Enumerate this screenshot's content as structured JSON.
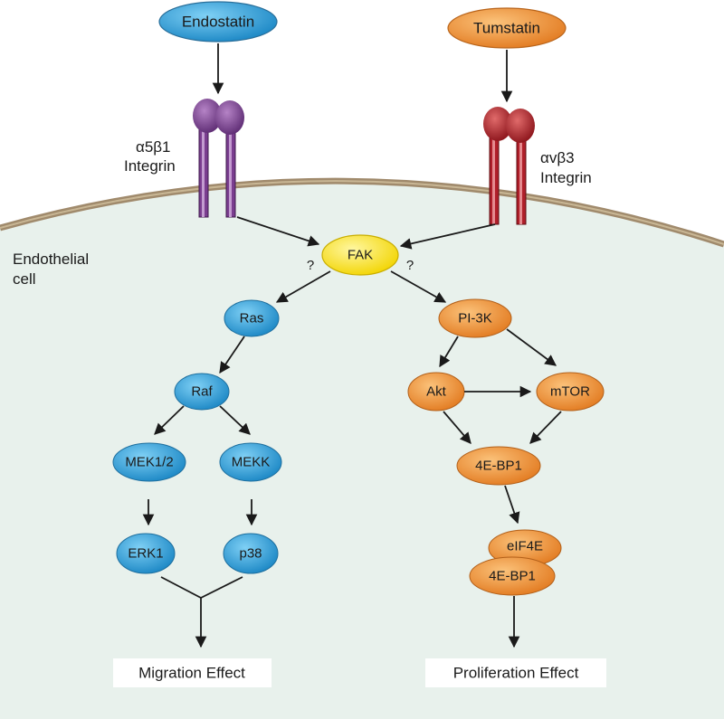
{
  "ligands": {
    "endostatin": "Endostatin",
    "tumstatin": "Tumstatin"
  },
  "receptors": {
    "left": {
      "line1": "α5β1",
      "line2": "Integrin"
    },
    "right": {
      "line1": "αvβ3",
      "line2": "Integrin"
    }
  },
  "cell_label": {
    "line1": "Endothelial",
    "line2": "cell"
  },
  "unknown_marks": [
    "?",
    "?"
  ],
  "nodes": {
    "fak": "FAK",
    "ras": "Ras",
    "raf": "Raf",
    "mek": "MEK1/2",
    "mekk": "MEKK",
    "erk": "ERK1",
    "p38": "p38",
    "pi3k": "PI-3K",
    "akt": "Akt",
    "mtor": "mTOR",
    "bp1": "4E-BP1",
    "eif4e": "eIF4E",
    "bp1b": "4E-BP1"
  },
  "effects": {
    "migration": "Migration Effect",
    "proliferation": "Proliferation Effect"
  },
  "colors": {
    "blue_node": "#2b9fd9",
    "orange_node": "#f0903a",
    "yellow_node": "#f7e21c",
    "cell_fill": "#e8f1ec",
    "membrane": "#a08a6c",
    "integrin_left": "#7a3d8f",
    "integrin_right": "#b01f2a"
  }
}
